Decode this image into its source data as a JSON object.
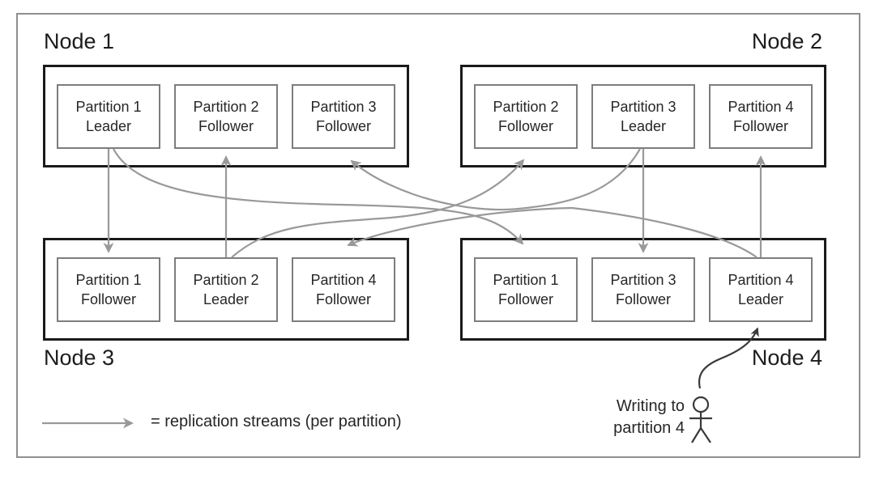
{
  "figure": {
    "nodes": [
      {
        "label": "Node 1",
        "partitions": [
          {
            "name": "Partition 1",
            "role": "Leader"
          },
          {
            "name": "Partition 2",
            "role": "Follower"
          },
          {
            "name": "Partition 3",
            "role": "Follower"
          }
        ]
      },
      {
        "label": "Node 2",
        "partitions": [
          {
            "name": "Partition 2",
            "role": "Follower"
          },
          {
            "name": "Partition 3",
            "role": "Leader"
          },
          {
            "name": "Partition 4",
            "role": "Follower"
          }
        ]
      },
      {
        "label": "Node 3",
        "partitions": [
          {
            "name": "Partition 1",
            "role": "Follower"
          },
          {
            "name": "Partition 2",
            "role": "Leader"
          },
          {
            "name": "Partition 4",
            "role": "Follower"
          }
        ]
      },
      {
        "label": "Node 4",
        "partitions": [
          {
            "name": "Partition 1",
            "role": "Follower"
          },
          {
            "name": "Partition 3",
            "role": "Follower"
          },
          {
            "name": "Partition 4",
            "role": "Leader"
          }
        ]
      }
    ],
    "replication_streams": [
      {
        "partition": "Partition 1",
        "from": "Node 1",
        "to": "Node 3"
      },
      {
        "partition": "Partition 1",
        "from": "Node 1",
        "to": "Node 4"
      },
      {
        "partition": "Partition 2",
        "from": "Node 3",
        "to": "Node 1"
      },
      {
        "partition": "Partition 2",
        "from": "Node 3",
        "to": "Node 2"
      },
      {
        "partition": "Partition 3",
        "from": "Node 2",
        "to": "Node 1"
      },
      {
        "partition": "Partition 3",
        "from": "Node 2",
        "to": "Node 4"
      },
      {
        "partition": "Partition 4",
        "from": "Node 4",
        "to": "Node 2"
      },
      {
        "partition": "Partition 4",
        "from": "Node 4",
        "to": "Node 3"
      }
    ],
    "legend": {
      "arrow_meaning": "= replication streams (per partition)"
    },
    "writer_annotation": {
      "line1": "Writing to",
      "line2": "partition 4"
    },
    "colors": {
      "background": "#ffffff",
      "replication_arrow": "#999999",
      "node_border": "#1a1a1a",
      "partition_border": "#7d7d7d",
      "writer_arrow": "#3a3a3a",
      "text": "#262626",
      "outer_border": "#8f8f8f"
    }
  }
}
